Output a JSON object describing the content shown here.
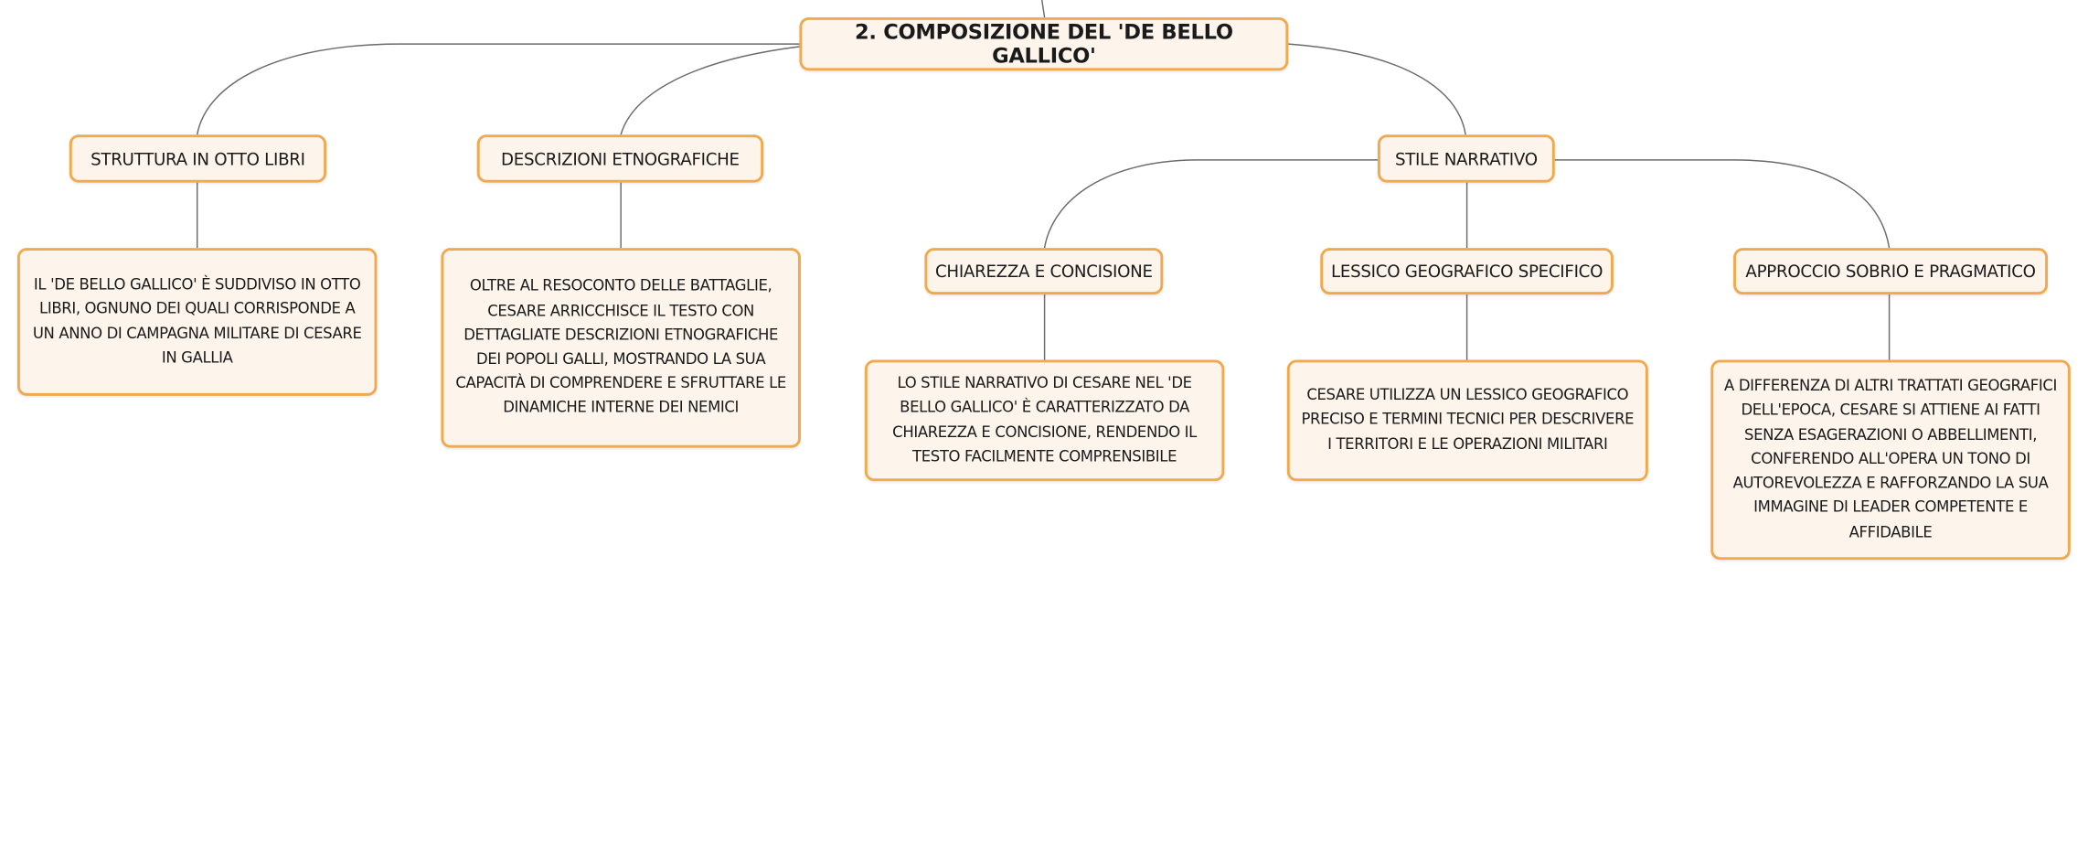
{
  "root": {
    "label": "2. COMPOSIZIONE DEL 'DE BELLO GALLICO'"
  },
  "branches": [
    {
      "label": "STRUTTURA IN OTTO LIBRI",
      "detail": "IL 'DE BELLO GALLICO' È SUDDIVISO IN OTTO LIBRI, OGNUNO DEI QUALI CORRISPONDE A UN ANNO DI CAMPAGNA MILITARE DI CESARE IN GALLIA"
    },
    {
      "label": "DESCRIZIONI ETNOGRAFICHE",
      "detail": "OLTRE AL RESOCONTO DELLE BATTAGLIE, CESARE ARRICCHISCE IL TESTO CON DETTAGLIATE DESCRIZIONI ETNOGRAFICHE DEI POPOLI GALLI, MOSTRANDO LA SUA CAPACITÀ DI COMPRENDERE E SFRUTTARE LE DINAMICHE INTERNE DEI NEMICI"
    },
    {
      "label": "STILE NARRATIVO",
      "children": [
        {
          "label": "CHIAREZZA E CONCISIONE",
          "detail": "LO STILE NARRATIVO DI CESARE NEL 'DE BELLO GALLICO' È CARATTERIZZATO DA CHIAREZZA E CONCISIONE, RENDENDO IL TESTO FACILMENTE COMPRENSIBILE"
        },
        {
          "label": "LESSICO GEOGRAFICO SPECIFICO",
          "detail": "CESARE UTILIZZA UN LESSICO GEOGRAFICO PRECISO E TERMINI TECNICI PER DESCRIVERE I TERRITORI E LE OPERAZIONI MILITARI"
        },
        {
          "label": "APPROCCIO SOBRIO E PRAGMATICO",
          "detail": "A DIFFERENZA DI ALTRI TRATTATI GEOGRAFICI DELL'EPOCA, CESARE SI ATTIENE AI FATTI SENZA ESAGERAZIONI O ABBELLIMENTI, CONFERENDO ALL'OPERA UN TONO DI AUTOREVOLEZZA E RAFFORZANDO LA SUA IMMAGINE DI LEADER COMPETENTE E AFFIDABILE"
        }
      ]
    }
  ],
  "colors": {
    "node_fill": "#fdf4ec",
    "node_border": "#f2a94e",
    "connector": "#6b6b6b",
    "text": "#1a1a1a"
  }
}
